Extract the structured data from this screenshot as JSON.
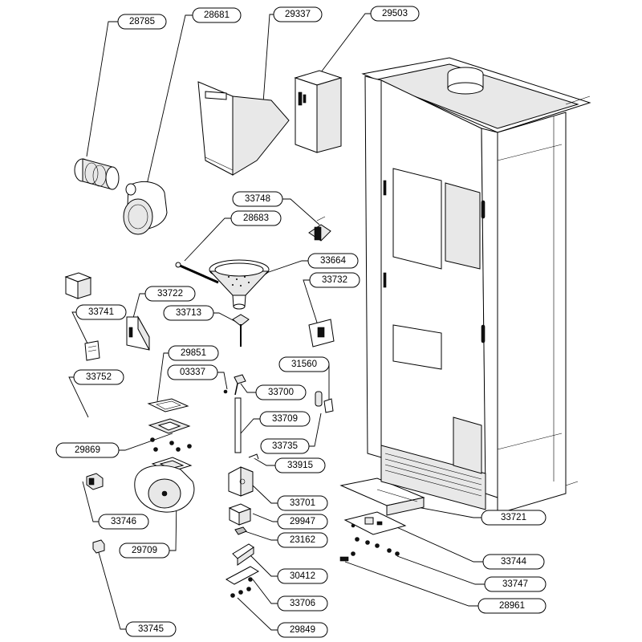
{
  "labels": [
    {
      "id": "28785",
      "text": "28785"
    },
    {
      "id": "28681",
      "text": "28681"
    },
    {
      "id": "29337",
      "text": "29337"
    },
    {
      "id": "29503",
      "text": "29503"
    },
    {
      "id": "33748",
      "text": "33748"
    },
    {
      "id": "28683",
      "text": "28683"
    },
    {
      "id": "33664",
      "text": "33664"
    },
    {
      "id": "33732",
      "text": "33732"
    },
    {
      "id": "33722",
      "text": "33722"
    },
    {
      "id": "33741",
      "text": "33741"
    },
    {
      "id": "33713",
      "text": "33713"
    },
    {
      "id": "29851",
      "text": "29851"
    },
    {
      "id": "03337",
      "text": "03337"
    },
    {
      "id": "31560",
      "text": "31560"
    },
    {
      "id": "33752",
      "text": "33752"
    },
    {
      "id": "33700",
      "text": "33700"
    },
    {
      "id": "33709",
      "text": "33709"
    },
    {
      "id": "29869",
      "text": "29869"
    },
    {
      "id": "33735",
      "text": "33735"
    },
    {
      "id": "33915",
      "text": "33915"
    },
    {
      "id": "33746",
      "text": "33746"
    },
    {
      "id": "33701",
      "text": "33701"
    },
    {
      "id": "29947",
      "text": "29947"
    },
    {
      "id": "29709",
      "text": "29709"
    },
    {
      "id": "23162",
      "text": "23162"
    },
    {
      "id": "33721",
      "text": "33721"
    },
    {
      "id": "33744",
      "text": "33744"
    },
    {
      "id": "30412",
      "text": "30412"
    },
    {
      "id": "33747",
      "text": "33747"
    },
    {
      "id": "33706",
      "text": "33706"
    },
    {
      "id": "28961",
      "text": "28961"
    },
    {
      "id": "29849",
      "text": "29849"
    },
    {
      "id": "33745",
      "text": "33745"
    }
  ]
}
